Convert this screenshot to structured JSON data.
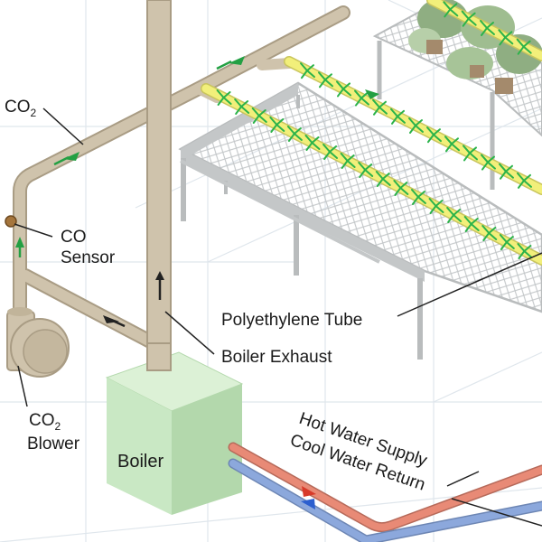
{
  "labels": {
    "co2_prefix": "CO",
    "co2_sub": "2",
    "co_sensor_line1": "CO",
    "co_sensor_line2": "Sensor",
    "blower_prefix": "CO",
    "blower_sub": "2",
    "blower_line2": "Blower",
    "polyethylene_tube": "Polyethylene Tube",
    "boiler_exhaust": "Boiler Exhaust",
    "boiler": "Boiler",
    "hot_water_supply": "Hot Water Supply",
    "cool_water_return": "Cool Water Return"
  },
  "colors": {
    "pipe_fill": "#cfc3ac",
    "pipe_edge": "#a99c84",
    "boiler_fill": "#c9e8c4",
    "boiler_top": "#dcf1d6",
    "boiler_side": "#b3d8ac",
    "tube_yellow": "#f2ef7a",
    "hot_pipe": "#e88a76",
    "cool_pipe": "#8ca8dc",
    "bench_frame": "#b9bcbd",
    "mesh": "#c9cccd",
    "glass_grid": "#dde4ea",
    "leaf_green": "#2bb34a",
    "arrow_green": "#23a043"
  }
}
